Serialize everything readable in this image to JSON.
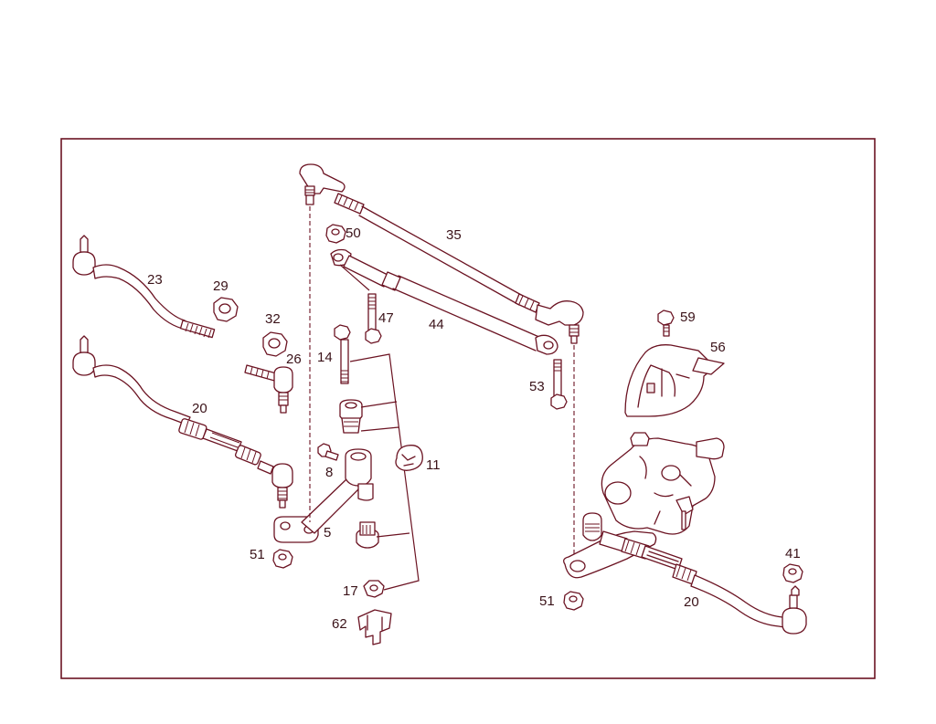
{
  "callouts": [
    {
      "id": "23",
      "label": "23"
    },
    {
      "id": "29",
      "label": "29"
    },
    {
      "id": "32",
      "label": "32"
    },
    {
      "id": "26",
      "label": "26"
    },
    {
      "id": "20a",
      "label": "20"
    },
    {
      "id": "35",
      "label": "35"
    },
    {
      "id": "50",
      "label": "50"
    },
    {
      "id": "47",
      "label": "47"
    },
    {
      "id": "44",
      "label": "44"
    },
    {
      "id": "14",
      "label": "14"
    },
    {
      "id": "8",
      "label": "8"
    },
    {
      "id": "11",
      "label": "11"
    },
    {
      "id": "5",
      "label": "5"
    },
    {
      "id": "51a",
      "label": "51"
    },
    {
      "id": "17",
      "label": "17"
    },
    {
      "id": "62",
      "label": "62"
    },
    {
      "id": "59",
      "label": "59"
    },
    {
      "id": "56",
      "label": "56"
    },
    {
      "id": "53",
      "label": "53"
    },
    {
      "id": "41",
      "label": "41"
    },
    {
      "id": "51b",
      "label": "51"
    },
    {
      "id": "20b",
      "label": "20"
    }
  ],
  "colors": {
    "line": "#6b1322",
    "text": "#3a1218",
    "background": "#ffffff"
  }
}
